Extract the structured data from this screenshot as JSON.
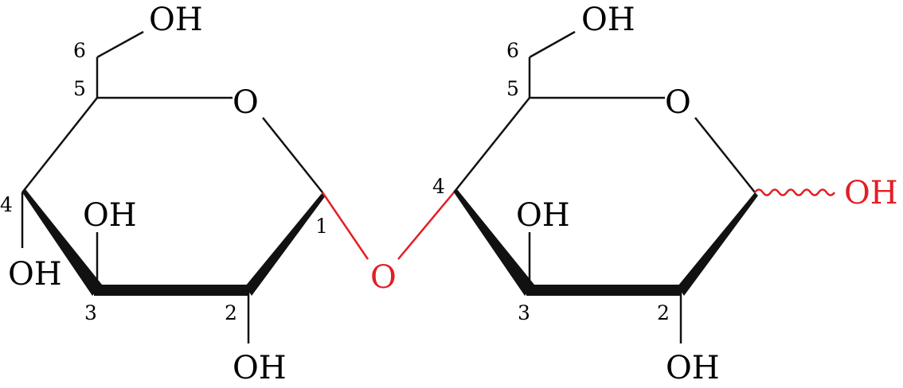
{
  "title": "Disaccharide structure (1→4 glycosidic linkage)",
  "colors": {
    "bond": "#111111",
    "highlight": "#e31e24"
  },
  "left_ring": {
    "ring_oxygen": "O",
    "hydroxyls": {
      "c6": "OH",
      "c4": "OH",
      "c3": "OH",
      "c2": "OH"
    },
    "numbers": {
      "c1": "1",
      "c2": "2",
      "c3": "3",
      "c4": "4",
      "c5": "5",
      "c6": "6"
    }
  },
  "bridge_oxygen": "O",
  "right_ring": {
    "ring_oxygen": "O",
    "hydroxyls": {
      "c6": "OH",
      "c3": "OH",
      "c2": "OH",
      "c1": "OH"
    },
    "numbers": {
      "c2": "2",
      "c3": "3",
      "c4": "4",
      "c5": "5",
      "c6": "6"
    }
  }
}
